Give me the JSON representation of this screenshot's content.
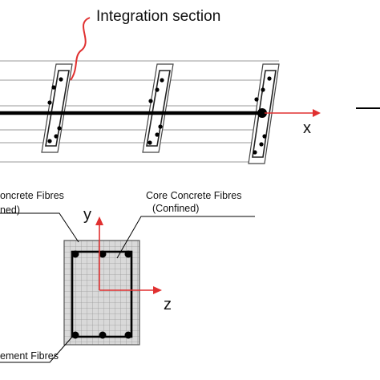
{
  "labels": {
    "integration_section": "Integration section",
    "x_axis": "x",
    "y_axis": "y",
    "z_axis": "z",
    "unconfined_fibres_line1": "oncrete Fibres",
    "unconfined_fibres_line2": "ned)",
    "core_fibres_line1": "Core Concrete Fibres",
    "core_fibres_line2": "(Confined)",
    "reinforcement_fibres": "ement Fibres"
  },
  "colors": {
    "axis_arrow": "#e03030",
    "element_line": "#000000",
    "outline": "#888888",
    "grid": "#9a9a9a",
    "section_fill": "#d9d9d9"
  }
}
